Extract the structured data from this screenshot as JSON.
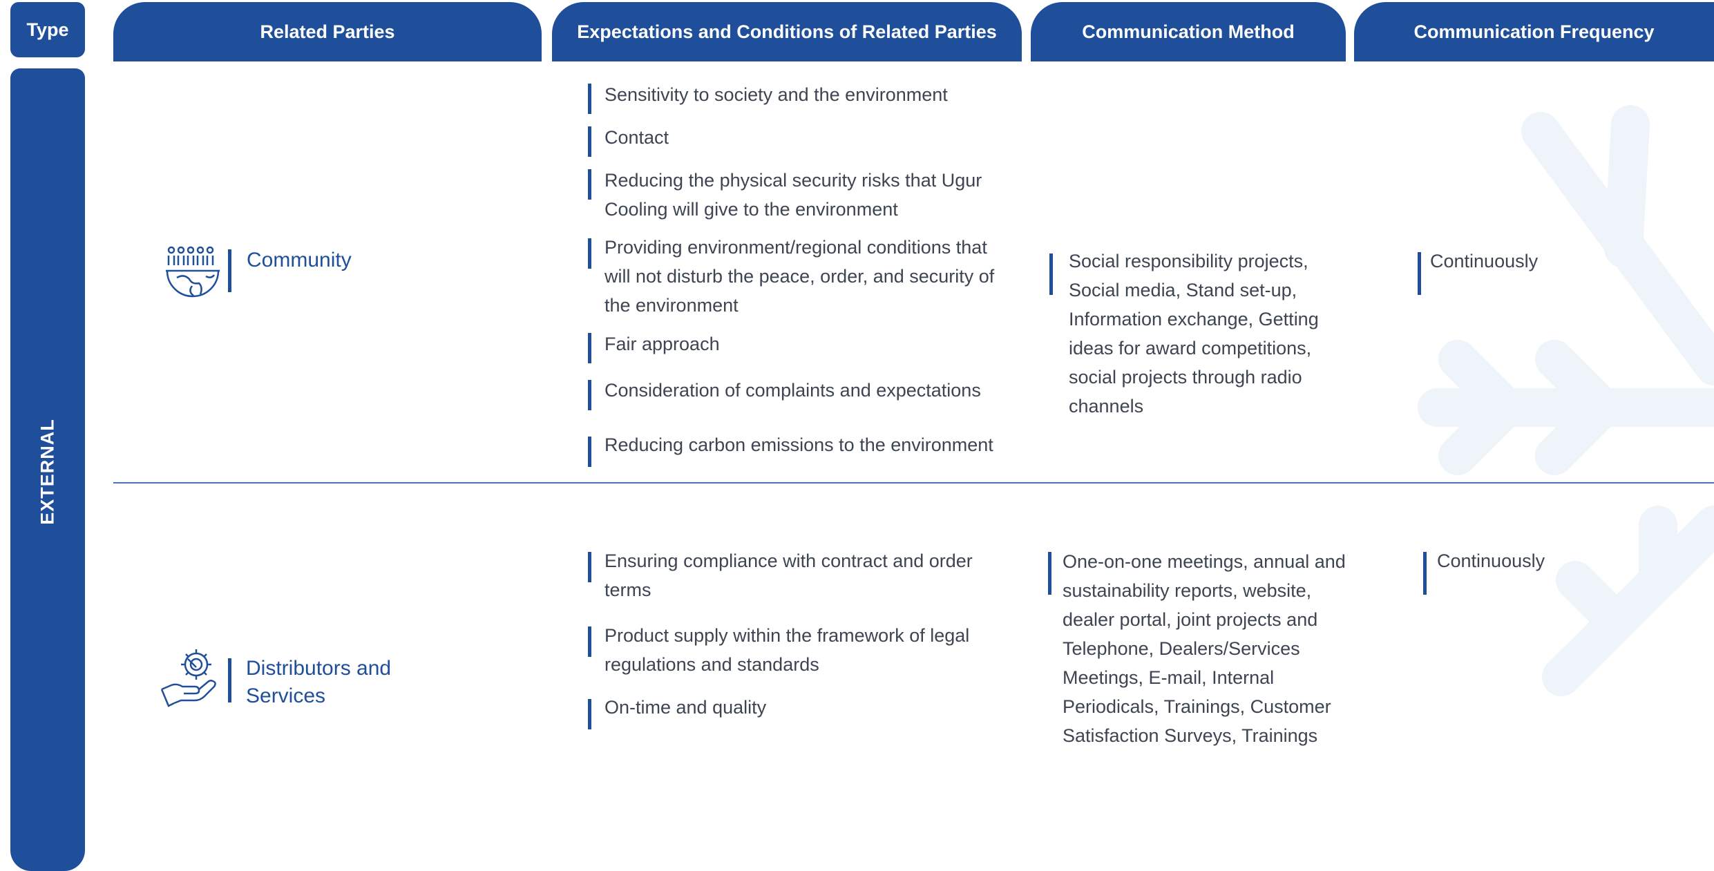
{
  "headers": {
    "type": "Type",
    "related_parties": "Related Parties",
    "expectations": "Expectations and Conditions of Related Parties",
    "method": "Communication Method",
    "frequency": "Communication Frequency"
  },
  "type_label": "EXTERNAL",
  "rows": [
    {
      "party": "Community",
      "icon": "community-globe-icon",
      "expectations": [
        "Sensitivity to society and the environment",
        "Contact",
        "Reducing the physical security risks that Ugur Cooling will give to the environment",
        "Providing environment/regional conditions that will not disturb the peace, order, and security of the environment",
        "Fair approach",
        "Consideration of complaints and expectations",
        "Reducing carbon emissions to the environment"
      ],
      "method": "Social responsibility projects, Social media, Stand set-up, Information exchange, Getting ideas for award competitions, social projects through radio channels",
      "frequency": "Continuously"
    },
    {
      "party": "Distributors and Services",
      "icon": "hand-gear-icon",
      "expectations": [
        "Ensuring compliance with contract and order terms",
        "Product supply within the framework of legal regulations and standards",
        "On-time and quality"
      ],
      "method": "One-on-one meetings, annual and sustainability reports, website, dealer portal, joint projects and Telephone, Dealers/Services Meetings, E-mail, Internal Periodicals, Trainings, Customer Satisfaction Surveys, Trainings",
      "frequency": "Continuously"
    }
  ],
  "colors": {
    "primary": "#1f4f9b",
    "text": "#3d4452",
    "watermark": "#eaf2fa"
  }
}
